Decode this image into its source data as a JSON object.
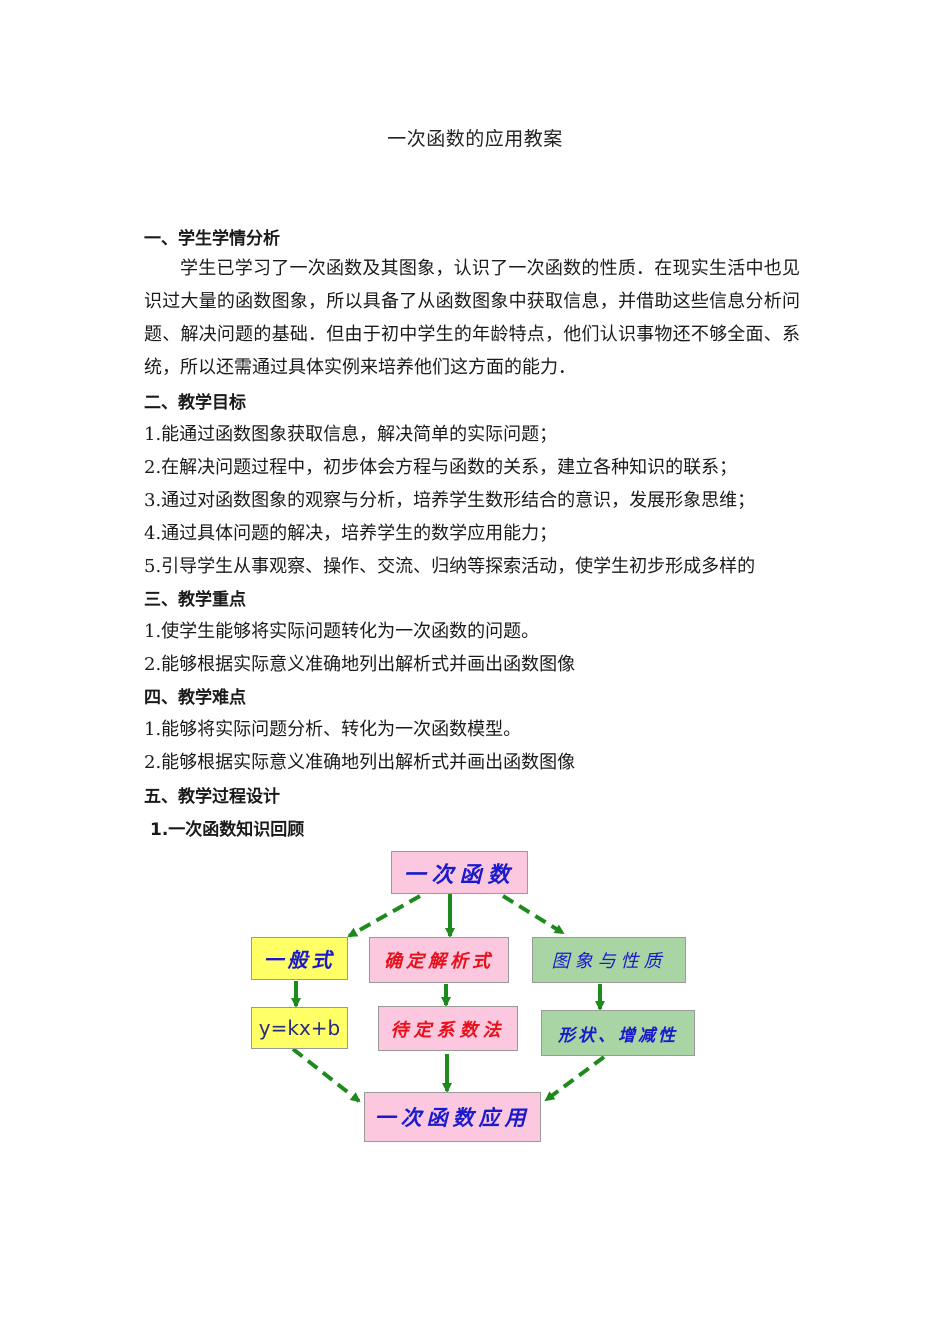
{
  "document": {
    "title": "一次函数的应用教案"
  },
  "sections": {
    "s1": {
      "heading": "一、学生学情分析",
      "paragraph": "学生已学习了一次函数及其图象，认识了一次函数的性质．在现实生活中也见识过大量的函数图象，所以具备了从函数图象中获取信息，并借助这些信息分析问题、解决问题的基础．但由于初中学生的年龄特点，他们认识事物还不够全面、系统，所以还需通过具体实例来培养他们这方面的能力．"
    },
    "s2": {
      "heading": "二、教学目标",
      "items": [
        "1.能通过函数图象获取信息，解决简单的实际问题；",
        "2.在解决问题过程中，初步体会方程与函数的关系，建立各种知识的联系；",
        "3.通过对函数图象的观察与分析，培养学生数形结合的意识，发展形象思维；",
        "4.通过具体问题的解决，培养学生的数学应用能力；",
        "5.引导学生从事观察、操作、交流、归纳等探索活动，使学生初步形成多样的"
      ]
    },
    "s3": {
      "heading": "三、教学重点",
      "items": [
        "1.使学生能够将实际问题转化为一次函数的问题。",
        "2.能够根据实际意义准确地列出解析式并画出函数图像"
      ]
    },
    "s4": {
      "heading": "四、教学难点",
      "items": [
        "1.能够将实际问题分析、转化为一次函数模型。",
        "2.能够根据实际意义准确地列出解析式并画出函数图像"
      ]
    },
    "s5": {
      "heading": "五、教学过程设计",
      "subheading": "1.一次函数知识回顾"
    }
  },
  "diagram": {
    "root": "一次函数",
    "branches": [
      {
        "label": "一般式",
        "child": "y=kx+b",
        "color": "#ffff66"
      },
      {
        "label": "确定解析式",
        "child": "待定系数法",
        "color": "#fcc8e0"
      },
      {
        "label": "图象与性质",
        "child": "形状、增减性",
        "color": "#a9d4a4"
      }
    ],
    "result": "一次函数应用",
    "arrow_color": "#1e8a1e"
  }
}
